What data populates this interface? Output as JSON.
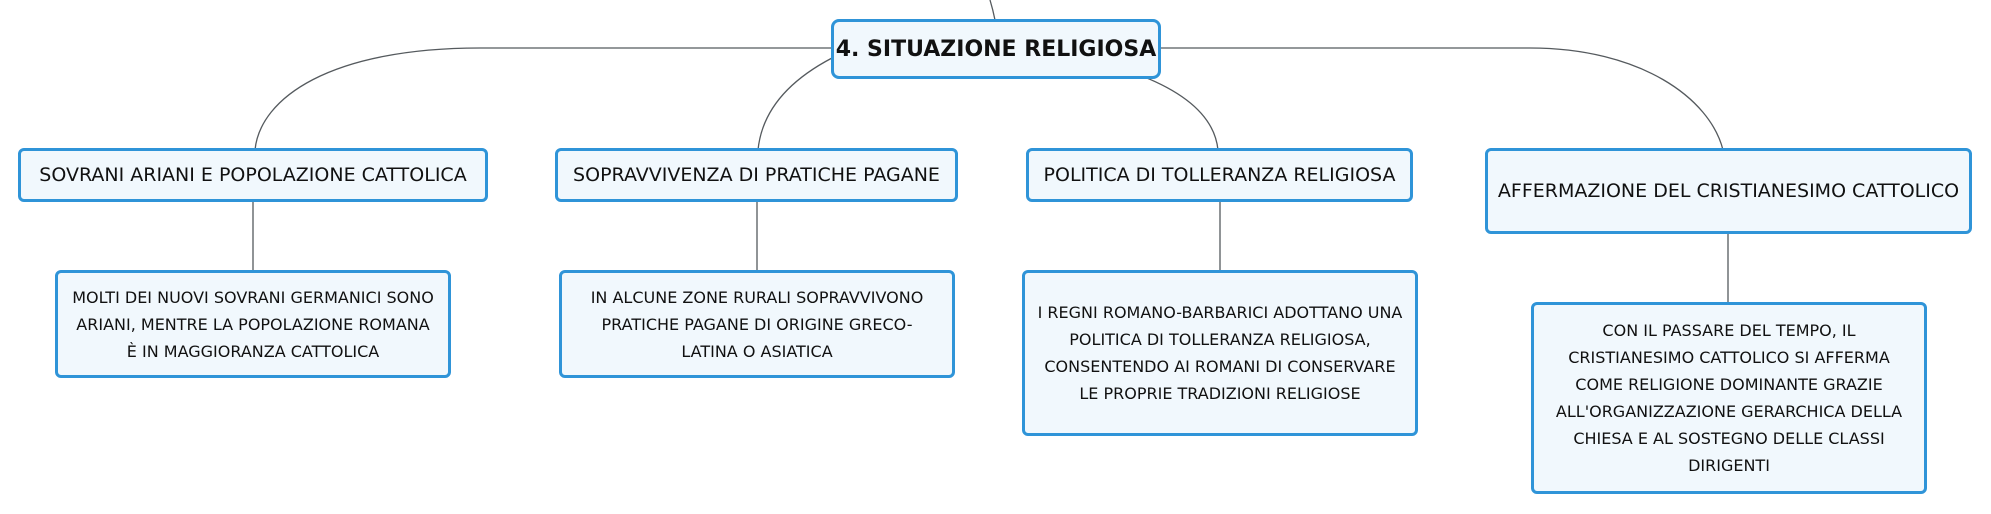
{
  "map": {
    "root": "4. SITUAZIONE RELIGIOSA",
    "branches": [
      {
        "title": "SOVRANI ARIANI E POPOLAZIONE CATTOLICA",
        "detail": "MOLTI DEI NUOVI SOVRANI GERMANICI SONO ARIANI, MENTRE LA POPOLAZIONE ROMANA È IN MAGGIORANZA CATTOLICA"
      },
      {
        "title": "SOPRAVVIVENZA DI PRATICHE PAGANE",
        "detail": "IN ALCUNE ZONE RURALI SOPRAVVIVONO PRATICHE PAGANE DI ORIGINE GRECO-LATINA O ASIATICA"
      },
      {
        "title": "POLITICA DI TOLLERANZA RELIGIOSA",
        "detail": "I REGNI ROMANO-BARBARICI ADOTTANO UNA POLITICA DI TOLLERANZA RELIGIOSA, CONSENTENDO AI ROMANI DI CONSERVARE LE PROPRIE TRADIZIONI RELIGIOSE"
      },
      {
        "title": "AFFERMAZIONE DEL CRISTIANESIMO CATTOLICO",
        "detail": "CON IL PASSARE DEL TEMPO, IL CRISTIANESIMO CATTOLICO SI AFFERMA COME RELIGIONE DOMINANTE GRAZIE ALL'ORGANIZZAZIONE GERARCHICA DELLA CHIESA E AL SOSTEGNO DELLE CLASSI DIRIGENTI"
      }
    ],
    "colors": {
      "node_border": "#2f94d8",
      "node_fill": "#f1f8fd",
      "connector": "#555a5e",
      "text": "#111111"
    }
  }
}
